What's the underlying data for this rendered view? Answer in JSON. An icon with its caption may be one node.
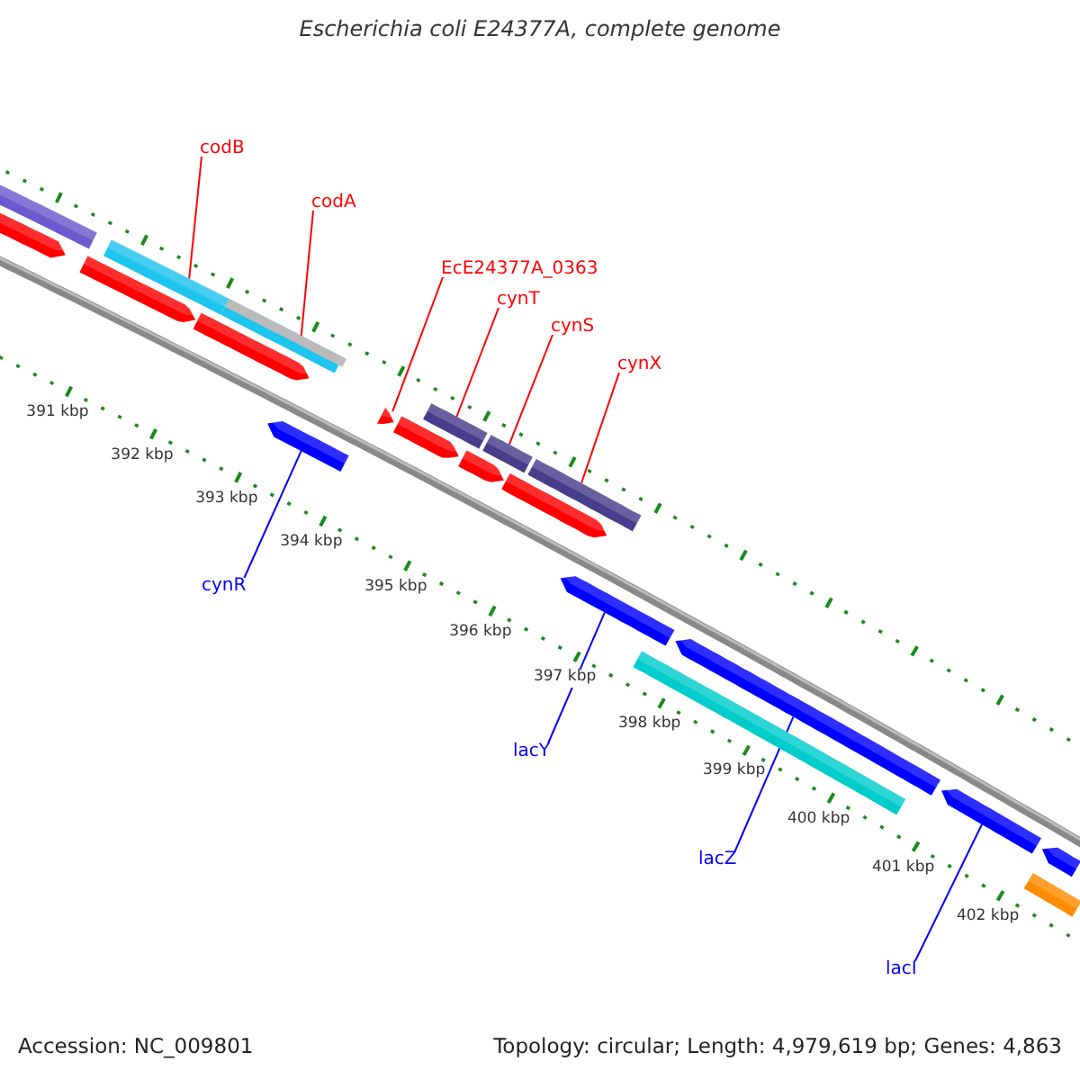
{
  "diagram": {
    "title": "Escherichia coli E24377A, complete genome",
    "nodes": [
      {
        "text": [
          "codB"
        ]
      },
      {
        "text": [
          "codA"
        ]
      },
      {
        "text": [
          "EcE24377A_0363"
        ]
      },
      {
        "text": [
          "cynT"
        ]
      },
      {
        "text": [
          "cynS"
        ]
      },
      {
        "text": [
          "cynX"
        ]
      },
      {
        "text": [
          "cynR"
        ]
      },
      {
        "text": [
          "lacY"
        ]
      },
      {
        "text": [
          "lacZ"
        ]
      },
      {
        "text": [
          "lacI"
        ]
      },
      {
        "text": [],
        "shape": "bar"
      },
      {
        "text": [],
        "shape": "bar"
      },
      {
        "text": [],
        "shape": "bar"
      },
      {
        "text": [],
        "shape": "bar"
      },
      {
        "text": [],
        "shape": "bar"
      },
      {
        "text": [],
        "shape": "bar"
      },
      {
        "text": [],
        "shape": "bar"
      },
      {
        "text": [],
        "shape": "bar"
      },
      {
        "text": [],
        "shape": "bar"
      },
      {
        "text": [],
        "shape": "bar"
      },
      {
        "text": [],
        "shape": "bar"
      },
      {
        "text": [],
        "shape": "bar"
      },
      {
        "text": [],
        "shape": "bar"
      },
      {
        "text": [],
        "shape": "bar"
      },
      {
        "text": [],
        "shape": "bar"
      },
      {
        "text": [],
        "shape": "bar"
      },
      {
        "text": [],
        "shape": "bar"
      },
      {
        "text": [],
        "shape": "bar"
      },
      {
        "text": [],
        "shape": "bar"
      },
      {
        "text": [],
        "shape": "bar"
      }
    ],
    "edges": [
      {
        "from": 0,
        "to": 13,
        "arrow": "none",
        "color": "#ff0000"
      },
      {
        "from": 1,
        "to": 15,
        "arrow": "none",
        "color": "#ff0000"
      },
      {
        "from": 2,
        "to": 17,
        "arrow": "none",
        "color": "#ff0000"
      },
      {
        "from": 3,
        "to": 19,
        "arrow": "none",
        "color": "#ff0000"
      },
      {
        "from": 4,
        "to": 21,
        "arrow": "none",
        "color": "#ff0000"
      },
      {
        "from": 5,
        "to": 23,
        "arrow": "none",
        "color": "#ff0000"
      },
      {
        "from": 6,
        "to": 16,
        "arrow": "none",
        "color": "#0000ff"
      },
      {
        "from": 7,
        "to": 24,
        "arrow": "none",
        "color": "#0000ff"
      },
      {
        "from": 8,
        "to": 26,
        "arrow": "none",
        "color": "#0000ff"
      },
      {
        "from": 9,
        "to": 27,
        "arrow": "none",
        "color": "#0000ff"
      }
    ],
    "labels": [
      "391 kbp",
      "392 kbp",
      "393 kbp",
      "394 kbp",
      "395 kbp",
      "396 kbp",
      "397 kbp",
      "398 kbp",
      "399 kbp",
      "400 kbp",
      "401 kbp",
      "402 kbp",
      "Accession: NC_009801",
      "Topology: circular; Length: 4,979,619 bp; Genes: 4,863"
    ]
  }
}
